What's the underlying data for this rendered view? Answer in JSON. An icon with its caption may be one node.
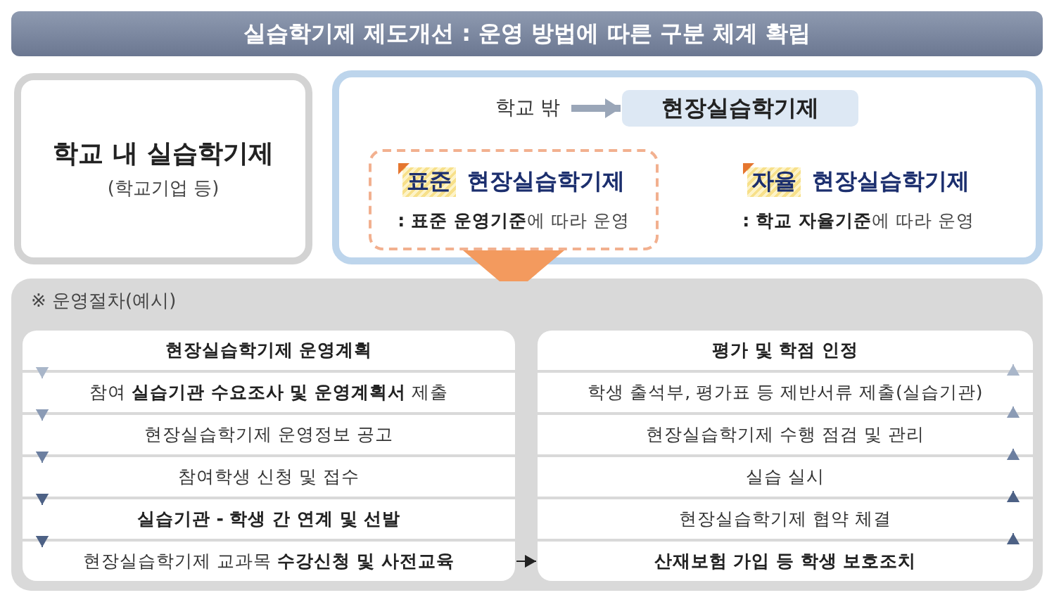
{
  "diagram": {
    "title": "실습학기제 제도개선 : 운영 방법에 따른 구분 체계 확립",
    "nodes": [
      {
        "text": [
          "학교 내 실습학기제",
          "(학교기업 등)"
        ]
      },
      {
        "text": [],
        "shape": "box"
      },
      {
        "text": [
          "학교 밖"
        ],
        "in": 1
      },
      {
        "text": [
          "현장실습학기제"
        ],
        "in": 1
      },
      {
        "text": [
          "표준",
          "현장실습학기제",
          "**: 표준 운영기준**에 따라 운영"
        ],
        "in": 1
      },
      {
        "text": [
          "자율",
          "현장실습학기제",
          "**: 학교 자율기준**에 따라 운영"
        ],
        "in": 1
      },
      {
        "text": [
          "※ 운영절차(예시)"
        ]
      },
      {
        "text": [
          "현장실습학기제 운영계획"
        ],
        "in": 6
      },
      {
        "text": [
          "참여 **실습기관 수요조사 및 운영계획서** 제출"
        ],
        "in": 6
      },
      {
        "text": [
          "현장실습학기제 운영정보 공고"
        ],
        "in": 6
      },
      {
        "text": [
          "참여학생 신청 및 접수"
        ],
        "in": 6
      },
      {
        "text": [
          "실습기관 - 학생 간 연계 및 선발"
        ],
        "in": 6
      },
      {
        "text": [
          "현장실습학기제 교과목 **수강신청 및 사전교육**"
        ],
        "in": 6
      },
      {
        "text": [
          "평가 및 학점 인정"
        ],
        "in": 6
      },
      {
        "text": [
          "학생 출석부, 평가표 등 제반서류 제출(실습기관)"
        ],
        "in": 6
      },
      {
        "text": [
          "현장실습학기제 수행 점검 및 관리"
        ],
        "in": 6
      },
      {
        "text": [
          "실습 실시"
        ],
        "in": 6
      },
      {
        "text": [
          "현장실습학기제 협약 체결"
        ],
        "in": 6
      },
      {
        "text": [
          "산재보험 가입 등 학생 보호조치"
        ],
        "in": 6
      }
    ],
    "edges": [
      {
        "from": 2,
        "to": 3,
        "arrow": "to",
        "style": "thick",
        "color": "#9aa6b8"
      },
      {
        "from": 4,
        "to": 6,
        "arrow": "none",
        "style": "thick",
        "color": "#f39a5e"
      },
      {
        "from": 7,
        "to": 8,
        "arrow": "to",
        "color": "#a9b6c9"
      },
      {
        "from": 8,
        "to": 9,
        "arrow": "to",
        "color": "#8b9bb5"
      },
      {
        "from": 9,
        "to": 10,
        "arrow": "to",
        "color": "#6c7fa0"
      },
      {
        "from": 10,
        "to": 11,
        "arrow": "to"
      },
      {
        "from": 11,
        "to": 12,
        "arrow": "to"
      },
      {
        "from": 12,
        "to": 18,
        "arrow": "to",
        "color": "#222222"
      },
      {
        "from": 18,
        "to": 17,
        "arrow": "to"
      },
      {
        "from": 17,
        "to": 16,
        "arrow": "to"
      },
      {
        "from": 16,
        "to": 15,
        "arrow": "to",
        "color": "#6c7fa0"
      },
      {
        "from": 15,
        "to": 14,
        "arrow": "to",
        "color": "#8b9bb5"
      },
      {
        "from": 14,
        "to": 13,
        "arrow": "to",
        "color": "#a9b6c9"
      }
    ]
  }
}
